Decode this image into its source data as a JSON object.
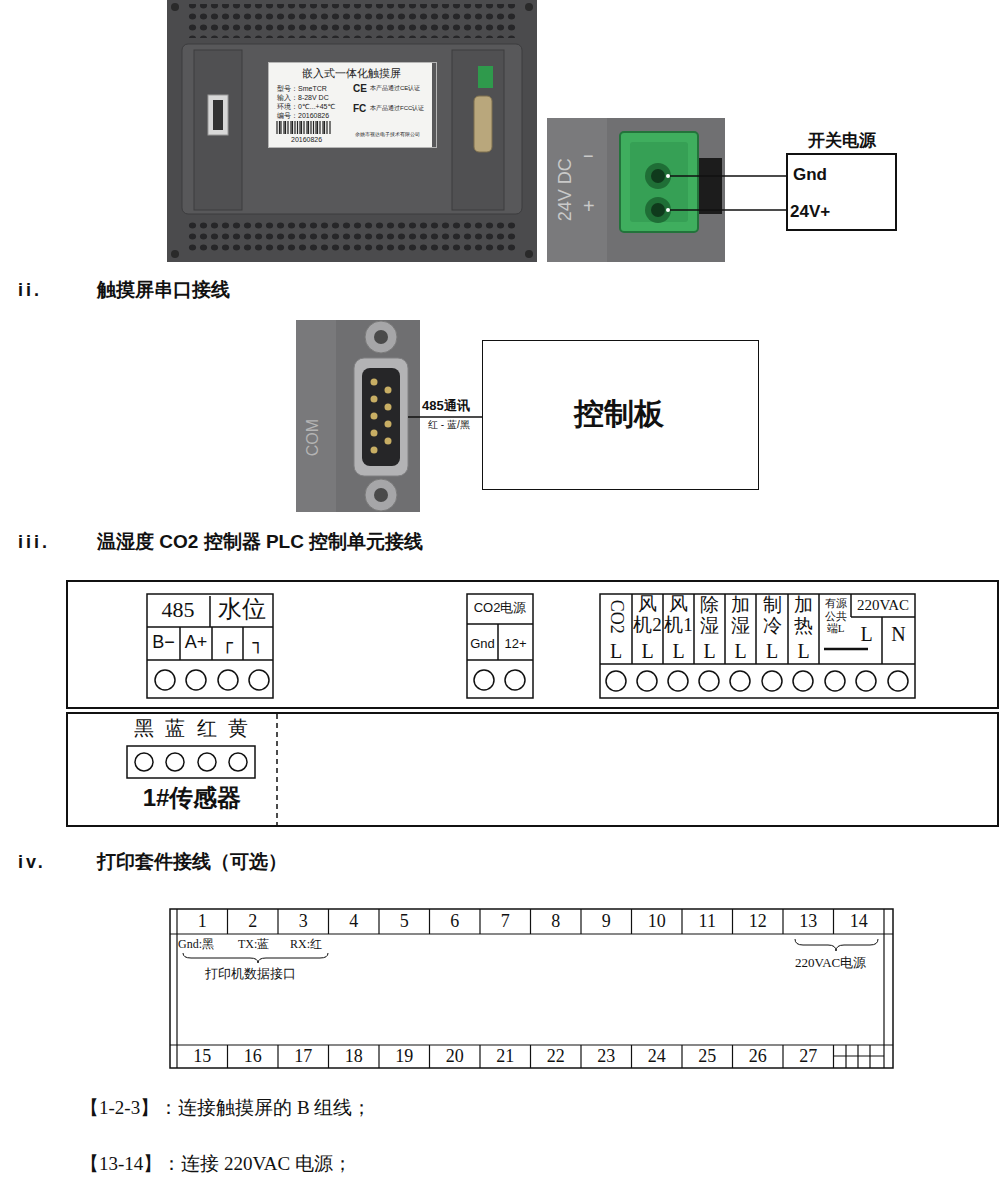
{
  "diagram": {
    "nodes": [
      {
        "text": [
          "嵌入式一体化触摸屏",
          "型号：SmeTCR",
          "输入：8-28V DC",
          "环境：0℃...+45℃",
          "编号：20160826",
          "CE",
          "本产品通过CE认证",
          "FC",
          "本产品通过FCC认证",
          "20160826",
          "余姚市视达电子技术有限公司"
        ]
      },
      {
        "text": [
          "开关电源",
          "Gnd",
          "24V+"
        ]
      },
      {
        "text": [
          "控制板"
        ]
      }
    ],
    "labels": [
      "24V DC",
      "−",
      "+",
      "ii.",
      "触摸屏串口接线",
      "COM",
      "485通讯",
      "红 - 蓝/黑",
      "iii.",
      "温湿度 CO2 控制器 PLC 控制单元接线",
      "485",
      "水位",
      "B−",
      "A+",
      "┌",
      "┐",
      "CO2电源",
      "Gnd",
      "12+",
      "CO2",
      "L",
      "风机2",
      "L",
      "风机1",
      "L",
      "除湿",
      "L",
      "加湿",
      "L",
      "制冷",
      "L",
      "加热",
      "L",
      "有源公共端L",
      "220VAC",
      "L",
      "N",
      "黑",
      "蓝",
      "红",
      "黄",
      "1#传感器",
      "iv.",
      "打印套件接线（可选）",
      "1",
      "2",
      "3",
      "4",
      "5",
      "6",
      "7",
      "8",
      "9",
      "10",
      "11",
      "12",
      "13",
      "14",
      "15",
      "16",
      "17",
      "18",
      "19",
      "20",
      "21",
      "22",
      "23",
      "24",
      "25",
      "26",
      "27",
      "Gnd:黑",
      "TX:蓝",
      "RX:红",
      "打印机数据接口",
      "220VAC电源",
      "【1-2-3】：连接触摸屏的 B 组线；",
      "【13-14】：连接 220VAC 电源；"
    ]
  }
}
